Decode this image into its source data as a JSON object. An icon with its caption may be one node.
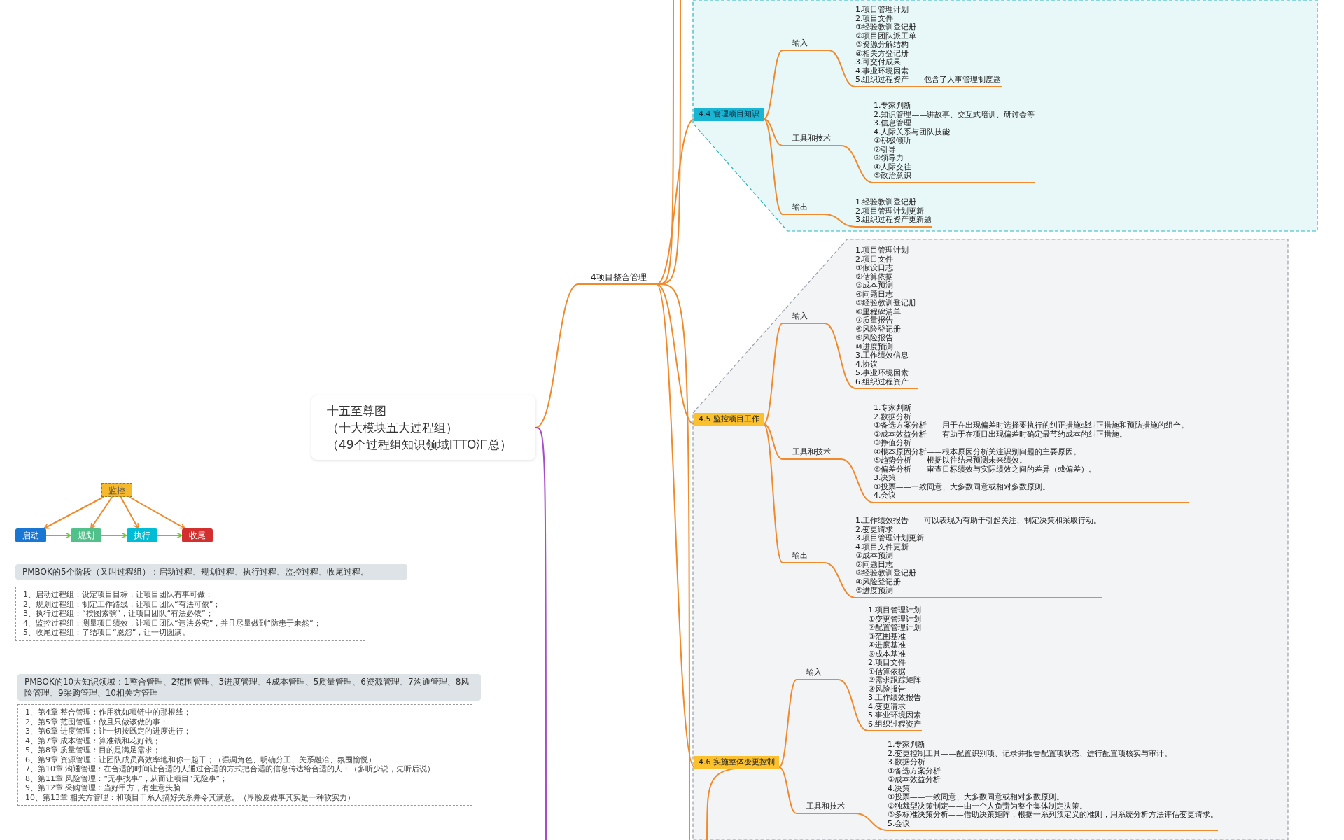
{
  "diagram": {
    "nodes": [
      {
        "text": [
          "十五至尊图",
          "（十大模块五大过程组）",
          "（49个过程组知识领域ITTO汇总）"
        ]
      },
      {
        "text": [
          "4项目整合管理"
        ]
      },
      {
        "text": [
          "4.4 管理项目知识"
        ]
      },
      {
        "text": [
          "输入"
        ]
      },
      {
        "text": [
          "1.项目管理计划",
          "2.项目文件",
          "①经验教训登记册",
          "②项目团队派工单",
          "③资源分解结构",
          "④相关方登记册",
          "3.可交付成果",
          "4.事业环境因素",
          "5.组织过程资产——包含了人事管理制度题"
        ]
      },
      {
        "text": [
          "工具和技术"
        ]
      },
      {
        "text": [
          "1.专家判断",
          "2.知识管理——讲故事、交互式培训、研讨会等",
          "3.信息管理",
          "4.人际关系与团队技能",
          "①积极倾听",
          "②引导",
          "③领导力",
          "④人际交往",
          "⑤政治意识"
        ]
      },
      {
        "text": [
          "输出"
        ]
      },
      {
        "text": [
          "1.经验教训登记册",
          "2.项目管理计划更新",
          "3.组织过程资产更新题"
        ]
      },
      {
        "text": [
          "4.5 监控项目工作"
        ]
      },
      {
        "text": [
          "输入"
        ]
      },
      {
        "text": [
          "1.项目管理计划",
          "2.项目文件",
          "①假设日志",
          "②估算依据",
          "③成本预测",
          "④问题日志",
          "⑤经验教训登记册",
          "⑥里程碑清单",
          "⑦质量报告",
          "⑧风险登记册",
          "⑨风险报告",
          "⑩进度预测",
          "3.工作绩效信息",
          "4.协议",
          "5.事业环境因素",
          "6.组织过程资产"
        ]
      },
      {
        "text": [
          "工具和技术"
        ]
      },
      {
        "text": [
          "1.专家判断",
          "2.数据分析",
          "①备选方案分析——用于在出现偏差时选择要执行的纠正措施或纠正措施和预防措施的组合。",
          "②成本效益分析——有助于在项目出现偏差时确定最节约成本的纠正措施。",
          "③挣值分析",
          "④根本原因分析——根本原因分析关注识别问题的主要原因。",
          "⑤趋势分析——根据以往结果预测未来绩效。",
          "⑥偏差分析——审查目标绩效与实际绩效之间的差异（或偏差）。",
          "3.决策",
          "①投票——一致同意、大多数同意或相对多数原则。",
          "4.会议"
        ]
      },
      {
        "text": [
          "输出"
        ]
      },
      {
        "text": [
          "1.工作绩效报告——可以表现为有助于引起关注、制定决策和采取行动。",
          "2.变更请求",
          "3.项目管理计划更新",
          "4.项目文件更新",
          "①成本预测",
          "②问题日志",
          "③经验教训登记册",
          "④风险登记册",
          "⑤进度预测"
        ]
      },
      {
        "text": [
          "4.6 实施整体变更控制"
        ]
      },
      {
        "text": [
          "输入"
        ]
      },
      {
        "text": [
          "1.项目管理计划",
          "①变更管理计划",
          "②配置管理计划",
          "③范围基准",
          "④进度基准",
          "⑤成本基准",
          "2.项目文件",
          "①估算依据",
          "②需求跟踪矩阵",
          "③风险报告",
          "3.工作绩效报告",
          "4.变更请求",
          "5.事业环境因素",
          "6.组织过程资产"
        ]
      },
      {
        "text": [
          "工具和技术"
        ]
      },
      {
        "text": [
          "1.专家判断",
          "2.变更控制工具——配置识别项、记录并报告配置项状态、进行配置项核实与审计。",
          "3.数据分析",
          "①备选方案分析",
          "②成本效益分析",
          "4.决策",
          "①投票——一致同意、大多数同意或相对多数原则。",
          "②独裁型决策制定——由一个人负责为整个集体制定决策。",
          "③多标准决策分析——借助决策矩阵，根据一系列预定义的准则，用系统分析方法评估变更请求。",
          "5.会议"
        ]
      },
      {
        "text": [
          "监控"
        ]
      },
      {
        "text": [
          "启动"
        ]
      },
      {
        "text": [
          "规划"
        ]
      },
      {
        "text": [
          "执行"
        ]
      },
      {
        "text": [
          "收尾"
        ]
      },
      {
        "text": [
          "PMBOK的5个阶段（又叫过程组）：启动过程、规划过程、执行过程、监控过程、收尾过程。"
        ]
      },
      {
        "text": [
          "1、启动过程组：设定项目目标，让项目团队有事可做；",
          "2、规划过程组：制定工作路线，让项目团队“有法可依”；",
          "3、执行过程组：“按图索骥”，让项目团队“有法必依”；",
          "4、监控过程组：测量项目绩效，让项目团队“违法必究”，并且尽量做到“防患于未然”；",
          "5、收尾过程组：了结项目“恩怨”，让一切圆满。"
        ]
      },
      {
        "text": [
          "PMBOK的10大知识领域：1整合管理、2范围管理、3进度管理、4成本管理、5质量管理、6资源管理、7沟通管理、8风险管理、9采购管理、10相关方管理"
        ]
      },
      {
        "text": [
          "1、第4章 整合管理：作用犹如项链中的那根线；",
          "2、第5章 范围管理：做且只做该做的事；",
          "3、第6章 进度管理：让一切按既定的进度进行；",
          "4、第7章 成本管理：算准钱和花好钱；",
          "5、第8章 质量管理：目的是满足需求；",
          "6、第9章 资源管理：让团队成员高效率地和你一起干；（强调角色、明确分工、关系融洽、氛围愉悦）",
          "7、第10章 沟通管理：在合适的时间让合适的人通过合适的方式把合适的信息传达给合适的人；（多听少说，先听后说）",
          "8、第11章 风险管理：“无事找事”，从而让项目“无险事”；",
          "9、第12章 采购管理：当好甲方，有生意头脑",
          "10、第13章 相关方管理：和项目干系人搞好关系并令其满意。（厚脸皮做事其实是一种软实力）"
        ]
      }
    ],
    "edges": [
      {
        "from": 0,
        "to": 1,
        "arrow": "none"
      },
      {
        "from": 1,
        "to": 2,
        "arrow": "none"
      },
      {
        "from": 2,
        "to": 3,
        "arrow": "none"
      },
      {
        "from": 3,
        "to": 4,
        "arrow": "none"
      },
      {
        "from": 2,
        "to": 5,
        "arrow": "none"
      },
      {
        "from": 5,
        "to": 6,
        "arrow": "none"
      },
      {
        "from": 2,
        "to": 7,
        "arrow": "none"
      },
      {
        "from": 7,
        "to": 8,
        "arrow": "none"
      },
      {
        "from": 1,
        "to": 9,
        "arrow": "none"
      },
      {
        "from": 9,
        "to": 10,
        "arrow": "none"
      },
      {
        "from": 10,
        "to": 11,
        "arrow": "none"
      },
      {
        "from": 9,
        "to": 12,
        "arrow": "none"
      },
      {
        "from": 12,
        "to": 13,
        "arrow": "none"
      },
      {
        "from": 9,
        "to": 14,
        "arrow": "none"
      },
      {
        "from": 14,
        "to": 15,
        "arrow": "none"
      },
      {
        "from": 1,
        "to": 16,
        "arrow": "none"
      },
      {
        "from": 16,
        "to": 17,
        "arrow": "none"
      },
      {
        "from": 17,
        "to": 18,
        "arrow": "none"
      },
      {
        "from": 16,
        "to": 19,
        "arrow": "none"
      },
      {
        "from": 19,
        "to": 20,
        "arrow": "none"
      },
      {
        "from": 21,
        "to": 22,
        "arrow": "to"
      },
      {
        "from": 21,
        "to": 23,
        "arrow": "to"
      },
      {
        "from": 21,
        "to": 24,
        "arrow": "to"
      },
      {
        "from": 21,
        "to": 25,
        "arrow": "to"
      },
      {
        "from": 22,
        "to": 23,
        "arrow": "to",
        "color": "#66cc33"
      },
      {
        "from": 23,
        "to": 24,
        "arrow": "to",
        "color": "#66cc33"
      },
      {
        "from": 24,
        "to": 25,
        "arrow": "to",
        "color": "#66cc33"
      },
      {
        "from": 0,
        "to": null,
        "arrow": "none",
        "color": "#a64dc9"
      },
      {
        "from": 1,
        "to": null,
        "arrow": "none"
      },
      {
        "from": 1,
        "to": null,
        "arrow": "none"
      },
      {
        "from": 1,
        "to": null,
        "arrow": "none"
      },
      {
        "from": 16,
        "to": null,
        "arrow": "none"
      }
    ]
  }
}
